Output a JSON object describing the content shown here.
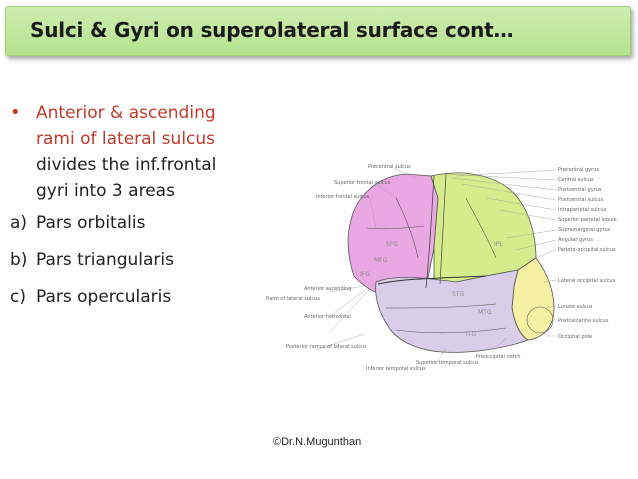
{
  "title": "Sulci & Gyri  on superolateral surface cont…",
  "bullet": {
    "line1": "Anterior & ascending",
    "line2": "rami of lateral sulcus",
    "line3": "divides the inf.frontal",
    "line4": "gyri into 3 areas"
  },
  "list": [
    {
      "letter": "a)",
      "text": "Pars orbitalis"
    },
    {
      "letter": "b)",
      "text": "Pars triangularis"
    },
    {
      "letter": "c)",
      "text": "Pars opercularis"
    }
  ],
  "diagram": {
    "left_labels": [
      "Precentral sulcus",
      "Superior frontal sulcus",
      "Inferior frontal sulcus",
      "Rami of lateral sulcus",
      "Anterior ascending",
      "Anterior horizontal",
      "Posterior ramus of lateral sulcus",
      "Inferior temporal sulcus",
      "Superior temporal sulcus",
      "Preoccipital notch"
    ],
    "right_labels": [
      "Precentral gyrus",
      "Central sulcus",
      "Postcentral gyrus",
      "Postcentral sulcus",
      "Intraparietal sulcus",
      "Superior parietal lobule",
      "Supramarginal gyrus",
      "Angular gyrus",
      "Parieto-occipital sulcus",
      "Lateral occipital sulcus",
      "Lunate sulcus",
      "Postcalcarine sulcus",
      "Occipital pole"
    ],
    "gyrus_labels": [
      "SFG",
      "MFG",
      "IFG",
      "IPL",
      "STG",
      "MTG",
      "ITG"
    ]
  },
  "copyright": "©Dr.N.Mugunthan",
  "colors": {
    "title_bg": "#bde598",
    "bullet_red": "#c0392b",
    "frontal": "#e9a8e3",
    "parietal": "#d6ec8c",
    "temporal": "#d9cde9",
    "occipital": "#f6f0a4"
  }
}
